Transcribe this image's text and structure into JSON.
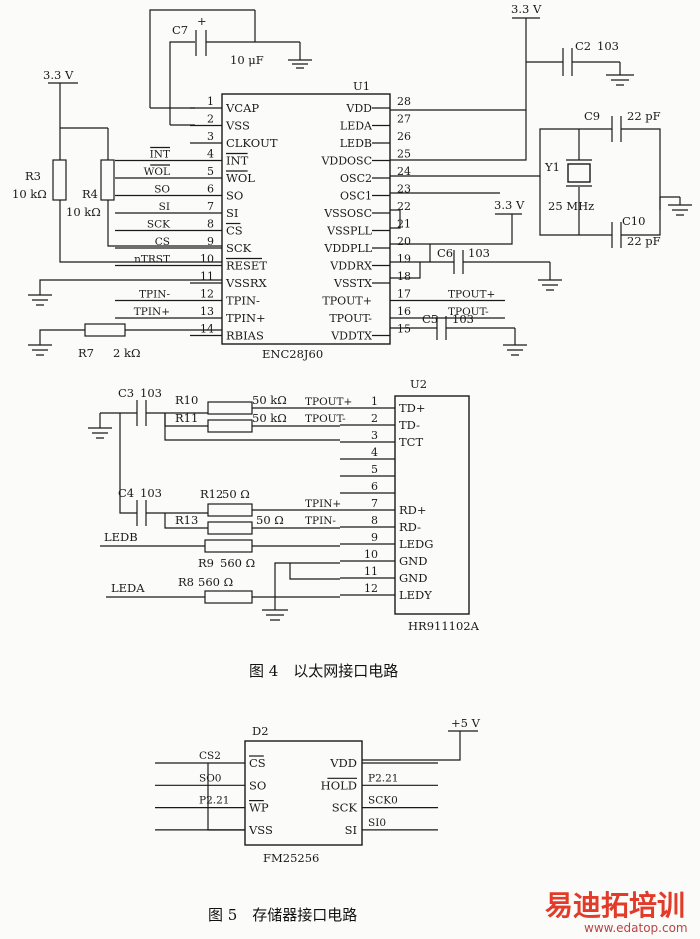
{
  "captions": {
    "fig4": "图 4　以太网接口电路",
    "fig5": "图 5　存储器接口电路"
  },
  "u1": {
    "ref": "U1",
    "part": "ENC28J60",
    "left_pins": [
      {
        "n": "1",
        "name": "VCAP"
      },
      {
        "n": "2",
        "name": "VSS"
      },
      {
        "n": "3",
        "name": "CLKOUT"
      },
      {
        "n": "4",
        "name": "INT"
      },
      {
        "n": "5",
        "name": "WOL"
      },
      {
        "n": "6",
        "name": "SO"
      },
      {
        "n": "7",
        "name": "SI"
      },
      {
        "n": "8",
        "name": "CS"
      },
      {
        "n": "9",
        "name": "SCK"
      },
      {
        "n": "10",
        "name": "RESET"
      },
      {
        "n": "11",
        "name": "VSSRX"
      },
      {
        "n": "12",
        "name": "TPIN-"
      },
      {
        "n": "13",
        "name": "TPIN+"
      },
      {
        "n": "14",
        "name": "RBIAS"
      }
    ],
    "right_pins": [
      {
        "n": "28",
        "name": "VDD"
      },
      {
        "n": "27",
        "name": "LEDA"
      },
      {
        "n": "26",
        "name": "LEDB"
      },
      {
        "n": "25",
        "name": "VDDOSC"
      },
      {
        "n": "24",
        "name": "OSC2"
      },
      {
        "n": "23",
        "name": "OSC1"
      },
      {
        "n": "22",
        "name": "VSSOSC"
      },
      {
        "n": "21",
        "name": "VSSPLL"
      },
      {
        "n": "20",
        "name": "VDDPLL"
      },
      {
        "n": "19",
        "name": "VDDRX"
      },
      {
        "n": "18",
        "name": "VSSTX"
      },
      {
        "n": "17",
        "name": "TPOUT+"
      },
      {
        "n": "16",
        "name": "TPOUT-"
      },
      {
        "n": "15",
        "name": "VDDTX"
      }
    ],
    "left_nets": [
      "",
      "",
      "",
      "INT",
      "WOL",
      "SO",
      "SI",
      "SCK",
      "CS",
      "nTRST",
      "",
      "TPIN-",
      "TPIN+",
      ""
    ],
    "right_nets": [
      "",
      "",
      "",
      "",
      "",
      "",
      "",
      "",
      "",
      "",
      "",
      "TPOUT+",
      "TPOUT-",
      ""
    ]
  },
  "u2": {
    "ref": "U2",
    "part": "HR911102A",
    "pins": [
      {
        "n": "1",
        "name": "TD+"
      },
      {
        "n": "2",
        "name": "TD-"
      },
      {
        "n": "3",
        "name": "TCT"
      },
      {
        "n": "4",
        "name": ""
      },
      {
        "n": "5",
        "name": ""
      },
      {
        "n": "6",
        "name": ""
      },
      {
        "n": "7",
        "name": "RD+"
      },
      {
        "n": "8",
        "name": "RD-"
      },
      {
        "n": "9",
        "name": "LEDG"
      },
      {
        "n": "10",
        "name": "GND"
      },
      {
        "n": "11",
        "name": "GND"
      },
      {
        "n": "12",
        "name": "LEDY"
      }
    ],
    "nets": [
      "TPOUT+",
      "TPOUT-",
      "",
      "",
      "",
      "",
      "TPIN+",
      "TPIN-",
      "",
      "",
      "",
      ""
    ]
  },
  "d2": {
    "ref": "D2",
    "part": "FM25256",
    "left_pins": [
      {
        "name": "CS"
      },
      {
        "name": "SO"
      },
      {
        "name": "WP"
      },
      {
        "name": "VSS"
      }
    ],
    "right_pins": [
      {
        "name": "VDD"
      },
      {
        "name": "HOLD"
      },
      {
        "name": "SCK"
      },
      {
        "name": "SI"
      }
    ],
    "left_nets": [
      "CS2",
      "SO0",
      "P2.21",
      ""
    ],
    "right_nets": [
      "",
      "P2.21",
      "SCK0",
      "SI0"
    ]
  },
  "components": {
    "c7": "C7",
    "c7_plus": "+",
    "c7_val": "10 μF",
    "c2": "C2",
    "c2_val": "103",
    "c9": "C9",
    "c9_val": "22 pF",
    "c10": "C10",
    "c10_val": "22 pF",
    "y1": "Y1",
    "y1_val": "25 MHz",
    "c6": "C6",
    "c6_val": "103",
    "c5": "C5",
    "c5_val": "103",
    "r3": "R3",
    "r3_val": "10 kΩ",
    "r4": "R4",
    "r4_val": "10 kΩ",
    "r7": "R7",
    "r7_val": "2 kΩ",
    "c3": "C3",
    "c3_val": "103",
    "c4": "C4",
    "c4_val": "103",
    "r10": "R10",
    "r10_val": "50 kΩ",
    "r11": "R11",
    "r11_val": "50 kΩ",
    "r12": "R12",
    "r12_val": "50 Ω",
    "r13": "R13",
    "r13_val": "50 Ω",
    "r9": "R9",
    "r9_val": "560 Ω",
    "r8": "R8",
    "r8_val": "560 Ω"
  },
  "power": {
    "v33_left": "3.3 V",
    "v33_top": "3.3 V",
    "v33_mid": "3.3 V",
    "v5": "+5 V"
  },
  "nets": {
    "ledb": "LEDB",
    "leda": "LEDA"
  },
  "watermark": {
    "brand": "易迪拓培训",
    "url": "www.edatop.com"
  }
}
